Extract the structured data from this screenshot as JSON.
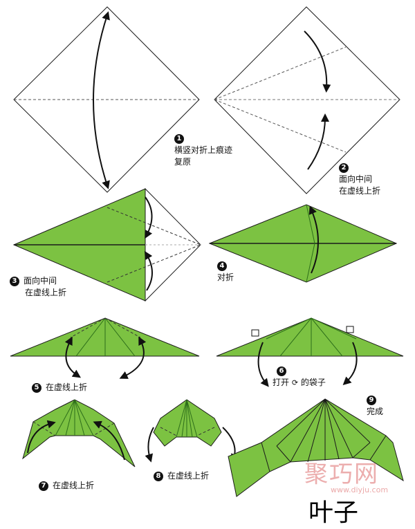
{
  "steps": [
    {
      "number": "1",
      "line1": "横竖对折上痕迹",
      "line2": "复原"
    },
    {
      "number": "2",
      "line1": "面向中间",
      "line2": "在虚线上折"
    },
    {
      "number": "3",
      "line1": "面向中间",
      "line2": "在虚线上折"
    },
    {
      "number": "4",
      "line1": "对折"
    },
    {
      "number": "5",
      "line1": "在虚线上折"
    },
    {
      "number": "6",
      "line1_pre": "打开",
      "line1_post": "的袋子"
    },
    {
      "number": "7",
      "line1": "在虚线上折"
    },
    {
      "number": "8",
      "line1": "在虚线上折"
    },
    {
      "number": "9",
      "line1": "完成"
    }
  ],
  "title": "叶子",
  "watermark": {
    "text": "聚巧网",
    "url": "www.diyju.com"
  },
  "colors": {
    "paper_green": "#7cc242",
    "outline": "#1a1a1a",
    "crease": "#555555",
    "accent_pink": "#e9a0a0"
  }
}
